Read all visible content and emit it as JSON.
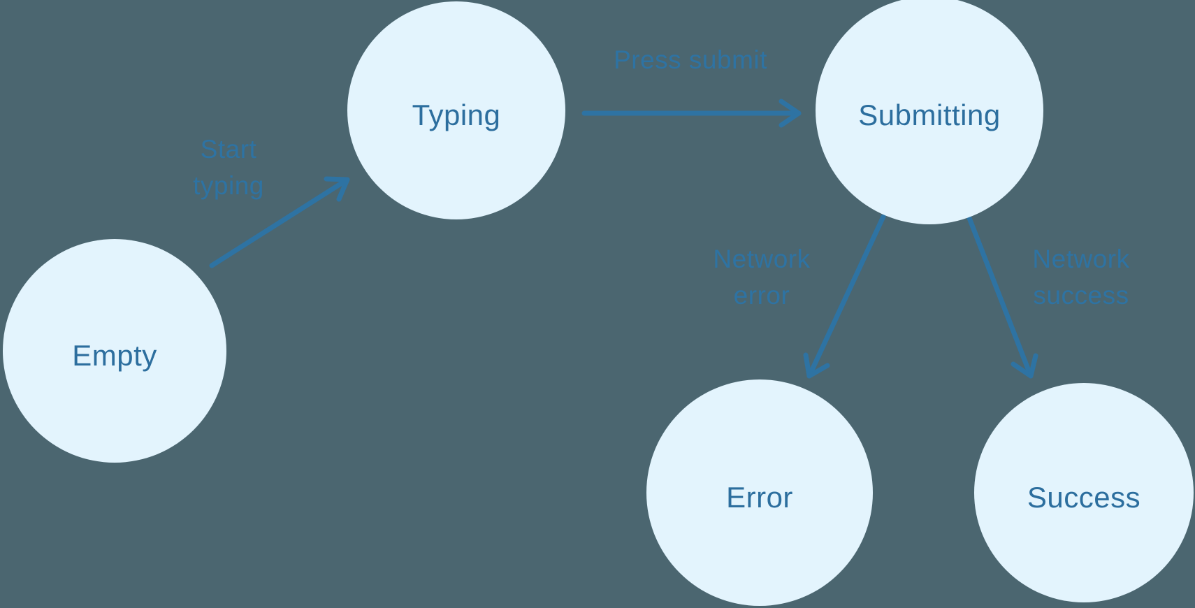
{
  "colors": {
    "background": "#4B6670",
    "node_fill": "#E3F4FD",
    "node_text": "#2C6E9E",
    "edge": "#2E73A3"
  },
  "states": [
    {
      "id": "empty",
      "label": "Empty"
    },
    {
      "id": "typing",
      "label": "Typing"
    },
    {
      "id": "submitting",
      "label": "Submitting"
    },
    {
      "id": "error",
      "label": "Error"
    },
    {
      "id": "success",
      "label": "Success"
    }
  ],
  "transitions": [
    {
      "id": "start-typing",
      "from": "empty",
      "to": "typing",
      "label": "Start typing",
      "label_lines": [
        "Start",
        "typing"
      ]
    },
    {
      "id": "press-submit",
      "from": "typing",
      "to": "submitting",
      "label": "Press submit",
      "label_lines": [
        "Press submit"
      ]
    },
    {
      "id": "network-error",
      "from": "submitting",
      "to": "error",
      "label": "Network error",
      "label_lines": [
        "Network",
        "error"
      ]
    },
    {
      "id": "network-success",
      "from": "submitting",
      "to": "success",
      "label": "Network success",
      "label_lines": [
        "Network",
        "success"
      ]
    }
  ]
}
